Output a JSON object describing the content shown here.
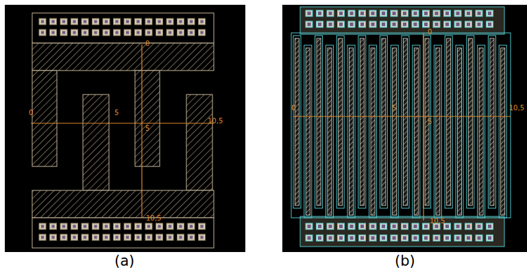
{
  "diagram": {
    "labels": [
      "0",
      "5",
      "10,5",
      "0",
      "5",
      "10,5",
      "0",
      "5",
      "10,5",
      "0",
      "5",
      "10,5",
      "(a)",
      "(b)"
    ]
  }
}
